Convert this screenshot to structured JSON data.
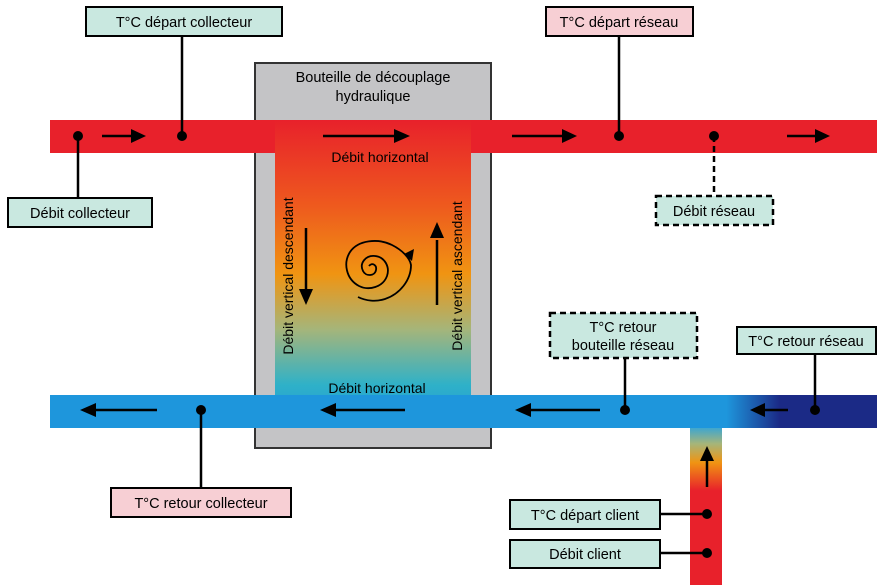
{
  "colors": {
    "hot_pipe": "#e8212b",
    "cold_pipe": "#1e96dc",
    "network_return": "#1b2a86",
    "bottle_casing": "#c4c4c6",
    "temp_box_green": "#c9e8e0",
    "temp_box_pink": "#f7cfd4",
    "arrow": "#000000"
  },
  "bottle": {
    "title_line1": "Bouteille de découplage",
    "title_line2": "hydraulique",
    "flow_top": "Débit horizontal",
    "flow_bottom": "Débit horizontal",
    "flow_left": "Débit vertical descendant",
    "flow_right": "Débit vertical ascendant"
  },
  "labels": {
    "depart_collecteur": "T°C départ collecteur",
    "depart_reseau": "T°C départ réseau",
    "debit_collecteur": "Débit collecteur",
    "debit_reseau": "Débit réseau",
    "retour_bouteille_line1": "T°C retour",
    "retour_bouteille_line2": "bouteille réseau",
    "retour_reseau": "T°C retour réseau",
    "retour_collecteur": "T°C retour collecteur",
    "depart_client": "T°C départ client",
    "debit_client": "Débit client"
  },
  "icons": {
    "flow_arrow": "arrow-icon",
    "swirl": "swirl-icon",
    "sensor": "sensor-dot-icon"
  }
}
